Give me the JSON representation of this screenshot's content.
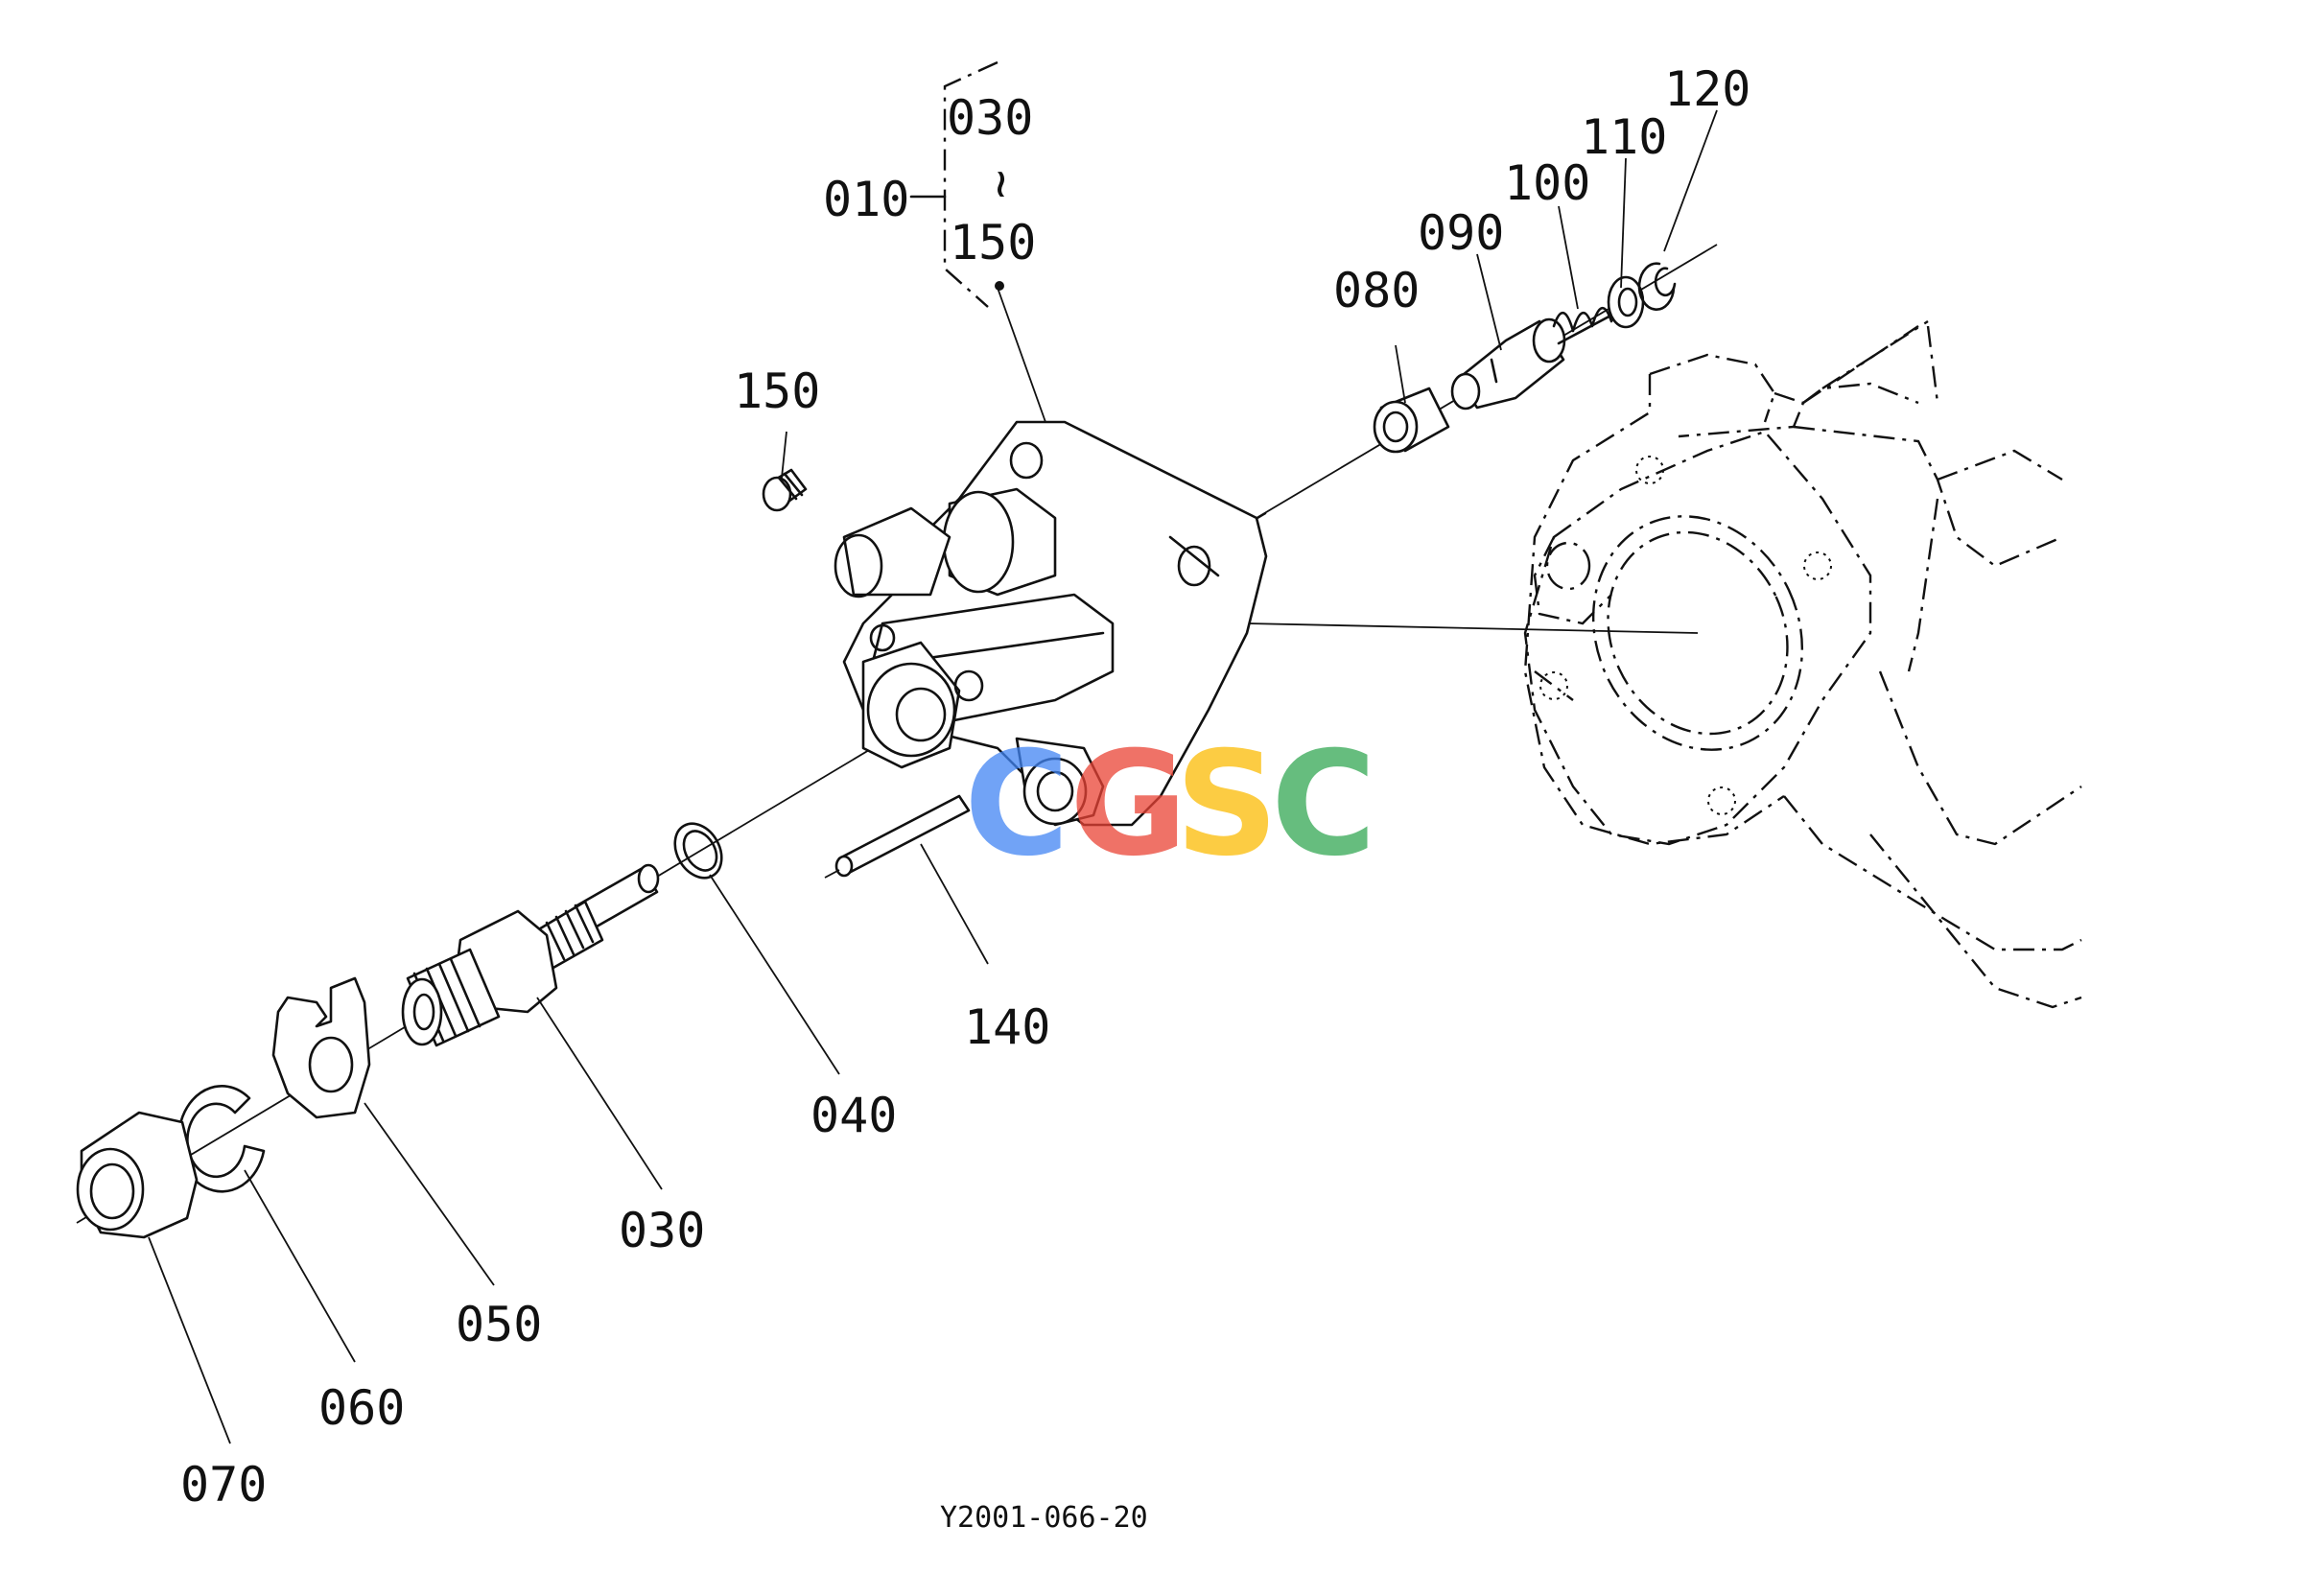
{
  "diagram": {
    "labels": {
      "p010": "010",
      "p030_range": "030",
      "range_sep": "~",
      "p150_range": "150",
      "p150": "150",
      "p080": "080",
      "p090": "090",
      "p100": "100",
      "p110": "110",
      "p120": "120",
      "p140": "140",
      "p040": "040",
      "p030": "030",
      "p050": "050",
      "p060": "060",
      "p070": "070"
    },
    "drawing_code": "Y2001-066-20"
  },
  "watermark": {
    "letters": [
      "C",
      "G",
      "S",
      "C"
    ],
    "colors": [
      "#4285F4",
      "#EA4335",
      "#FBBC05",
      "#34A853"
    ]
  }
}
